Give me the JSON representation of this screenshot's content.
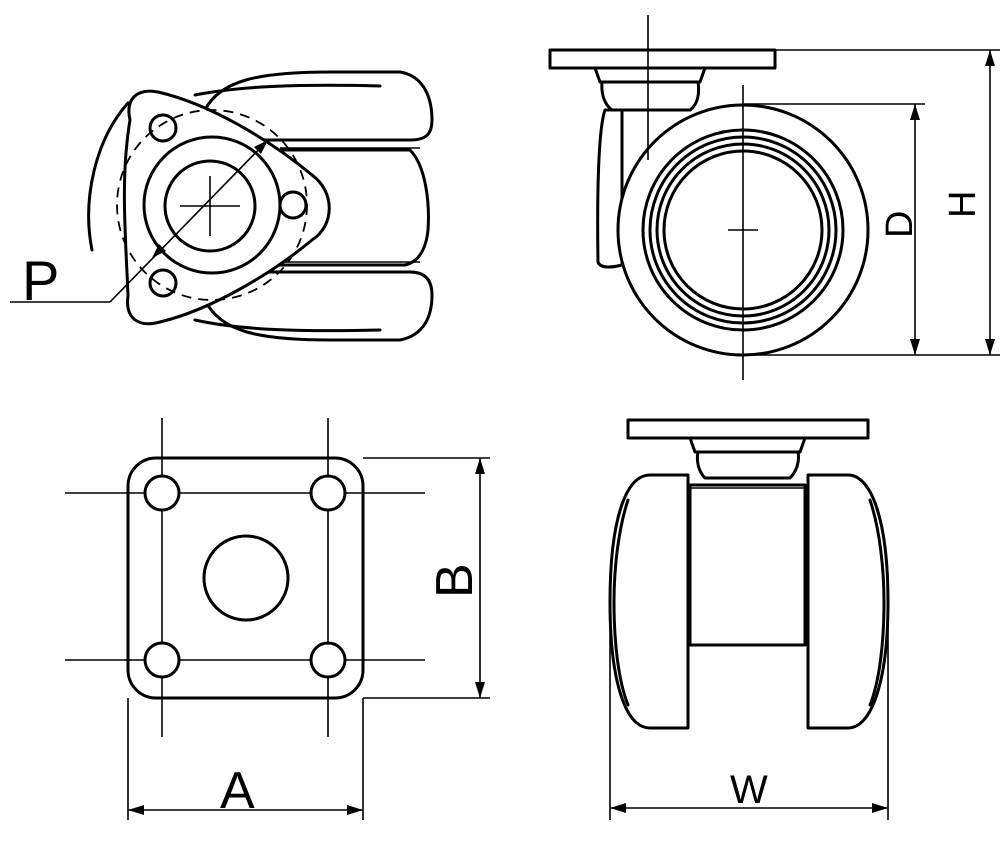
{
  "colors": {
    "ink": "#000000",
    "paper": "#ffffff"
  },
  "labels": {
    "p": "P",
    "d": "D",
    "h": "H",
    "a": "A",
    "b": "B",
    "w": "W"
  }
}
